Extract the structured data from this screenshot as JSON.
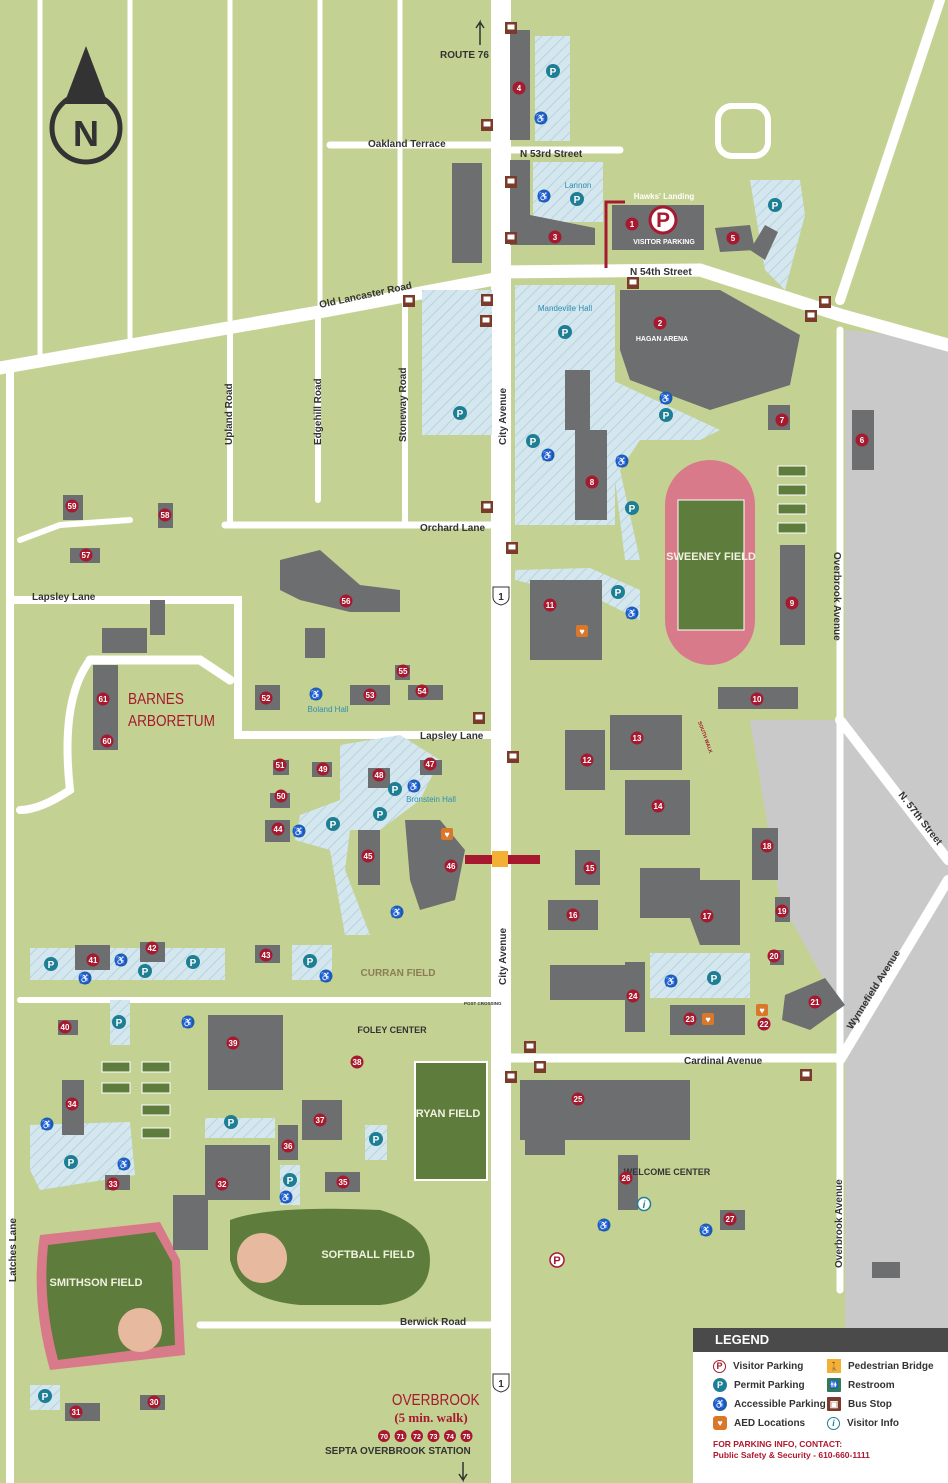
{
  "roads": {
    "route76": "ROUTE 76",
    "oakland": "Oakland Terrace",
    "n53": "N 53rd Street",
    "n54": "N 54th Street",
    "old_lancaster": "Old Lancaster Road",
    "upland": "Upland Road",
    "edgehill": "Edgehill Road",
    "stoneway": "Stoneway Road",
    "orchard": "Orchard Lane",
    "lapsley1": "Lapsley Lane",
    "lapsley2": "Lapsley Lane",
    "city_ave1": "City Avenue",
    "city_ave2": "City Avenue",
    "overbrook1": "Overbrook Avenue",
    "overbrook2": "Overbrook Avenue",
    "n57": "N. 57th Street",
    "wynnefield": "Wynnefield Avenue",
    "cardinal": "Cardinal Avenue",
    "berwick": "Berwick Road",
    "latches": "Latches Lane",
    "route_shield": "1",
    "post_crossing": "POST CROSSING"
  },
  "places": {
    "hawks_landing": "Hawks' Landing",
    "visitor_parking": "VISITOR PARKING",
    "lannon": "Lannon",
    "mandeville": "Mandeville Hall",
    "hagan": "HAGAN ARENA",
    "sweeney": "SWEENEY FIELD",
    "boland": "Boland Hall",
    "bronstein": "Bronstein Hall",
    "curran": "CURRAN FIELD",
    "foley": "FOLEY CENTER",
    "ryan": "RYAN FIELD",
    "softball": "SOFTBALL FIELD",
    "smithson": "SMITHSON FIELD",
    "welcome": "WELCOME CENTER",
    "south_walk": "SOUTH WALK",
    "barnes1": "BARNES",
    "barnes2": "ARBORETUM"
  },
  "compass": "N",
  "buildings": [
    "1",
    "2",
    "3",
    "4",
    "5",
    "6",
    "7",
    "8",
    "9",
    "10",
    "11",
    "12",
    "13",
    "14",
    "15",
    "16",
    "17",
    "18",
    "19",
    "20",
    "21",
    "22",
    "23",
    "24",
    "25",
    "26",
    "27",
    "30",
    "31",
    "32",
    "33",
    "34",
    "35",
    "36",
    "37",
    "38",
    "39",
    "40",
    "41",
    "42",
    "43",
    "44",
    "45",
    "46",
    "47",
    "48",
    "49",
    "50",
    "51",
    "52",
    "53",
    "54",
    "55",
    "56",
    "57",
    "58",
    "59",
    "60",
    "61"
  ],
  "overbrook": {
    "title": "OVERBROOK",
    "walk": "(5 min. walk)",
    "buildings": [
      "70",
      "71",
      "72",
      "73",
      "74",
      "75"
    ],
    "station": "SEPTA OVERBROOK STATION"
  },
  "legend": {
    "title": "LEGEND",
    "items": [
      {
        "label": "Visitor Parking",
        "icon": "visitor-parking-icon",
        "glyph": "P"
      },
      {
        "label": "Pedestrian Bridge",
        "icon": "pedestrian-bridge-icon",
        "glyph": "🚶"
      },
      {
        "label": "Permit Parking",
        "icon": "permit-parking-icon",
        "glyph": "P"
      },
      {
        "label": "Restroom",
        "icon": "restroom-icon",
        "glyph": "🚻"
      },
      {
        "label": "Accessible Parking",
        "icon": "accessible-parking-icon",
        "glyph": "♿"
      },
      {
        "label": "Bus Stop",
        "icon": "bus-stop-icon",
        "glyph": "▣"
      },
      {
        "label": "AED Locations",
        "icon": "aed-icon",
        "glyph": "♥"
      },
      {
        "label": "Visitor Info",
        "icon": "visitor-info-icon",
        "glyph": "i"
      }
    ],
    "contact_title": "FOR PARKING INFO, CONTACT:",
    "contact": "Public Safety & Security - 610-660-1111"
  },
  "colors": {
    "grass": "#c3d293",
    "road": "#ffffff",
    "building": "#6d6e70",
    "parking_lot": "#d4e6ee",
    "marker": "#a6192e",
    "permit": "#1e7f94",
    "accessible": "#1f5fa8",
    "aed": "#d9772b",
    "bus": "#7a3b2a",
    "field": "#5e7d3c",
    "track": "#d97a8a",
    "offcampus": "#c9c9c9"
  }
}
